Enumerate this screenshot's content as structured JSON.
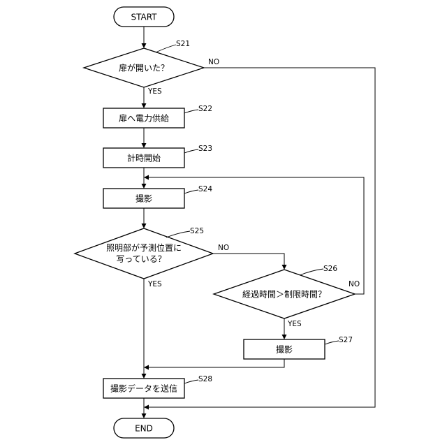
{
  "start": "START",
  "end": "END",
  "steps": {
    "s21": {
      "id": "S21",
      "text": "扉が開いた？"
    },
    "s22": {
      "id": "S22",
      "text": "扉へ電力供給"
    },
    "s23": {
      "id": "S23",
      "text": "計時開始"
    },
    "s24": {
      "id": "S24",
      "text": "撮影"
    },
    "s25": {
      "id": "S25",
      "line1": "照明部が予測位置に",
      "line2": "写っている？"
    },
    "s26": {
      "id": "S26",
      "text": "経過時間＞制限時間？"
    },
    "s27": {
      "id": "S27",
      "text": "撮影"
    },
    "s28": {
      "id": "S28",
      "text": "撮影データを送信"
    }
  },
  "branches": {
    "s21_yes": "YES",
    "s21_no": "NO",
    "s25_yes": "YES",
    "s25_no": "NO",
    "s26_yes": "YES",
    "s26_no": "NO"
  }
}
